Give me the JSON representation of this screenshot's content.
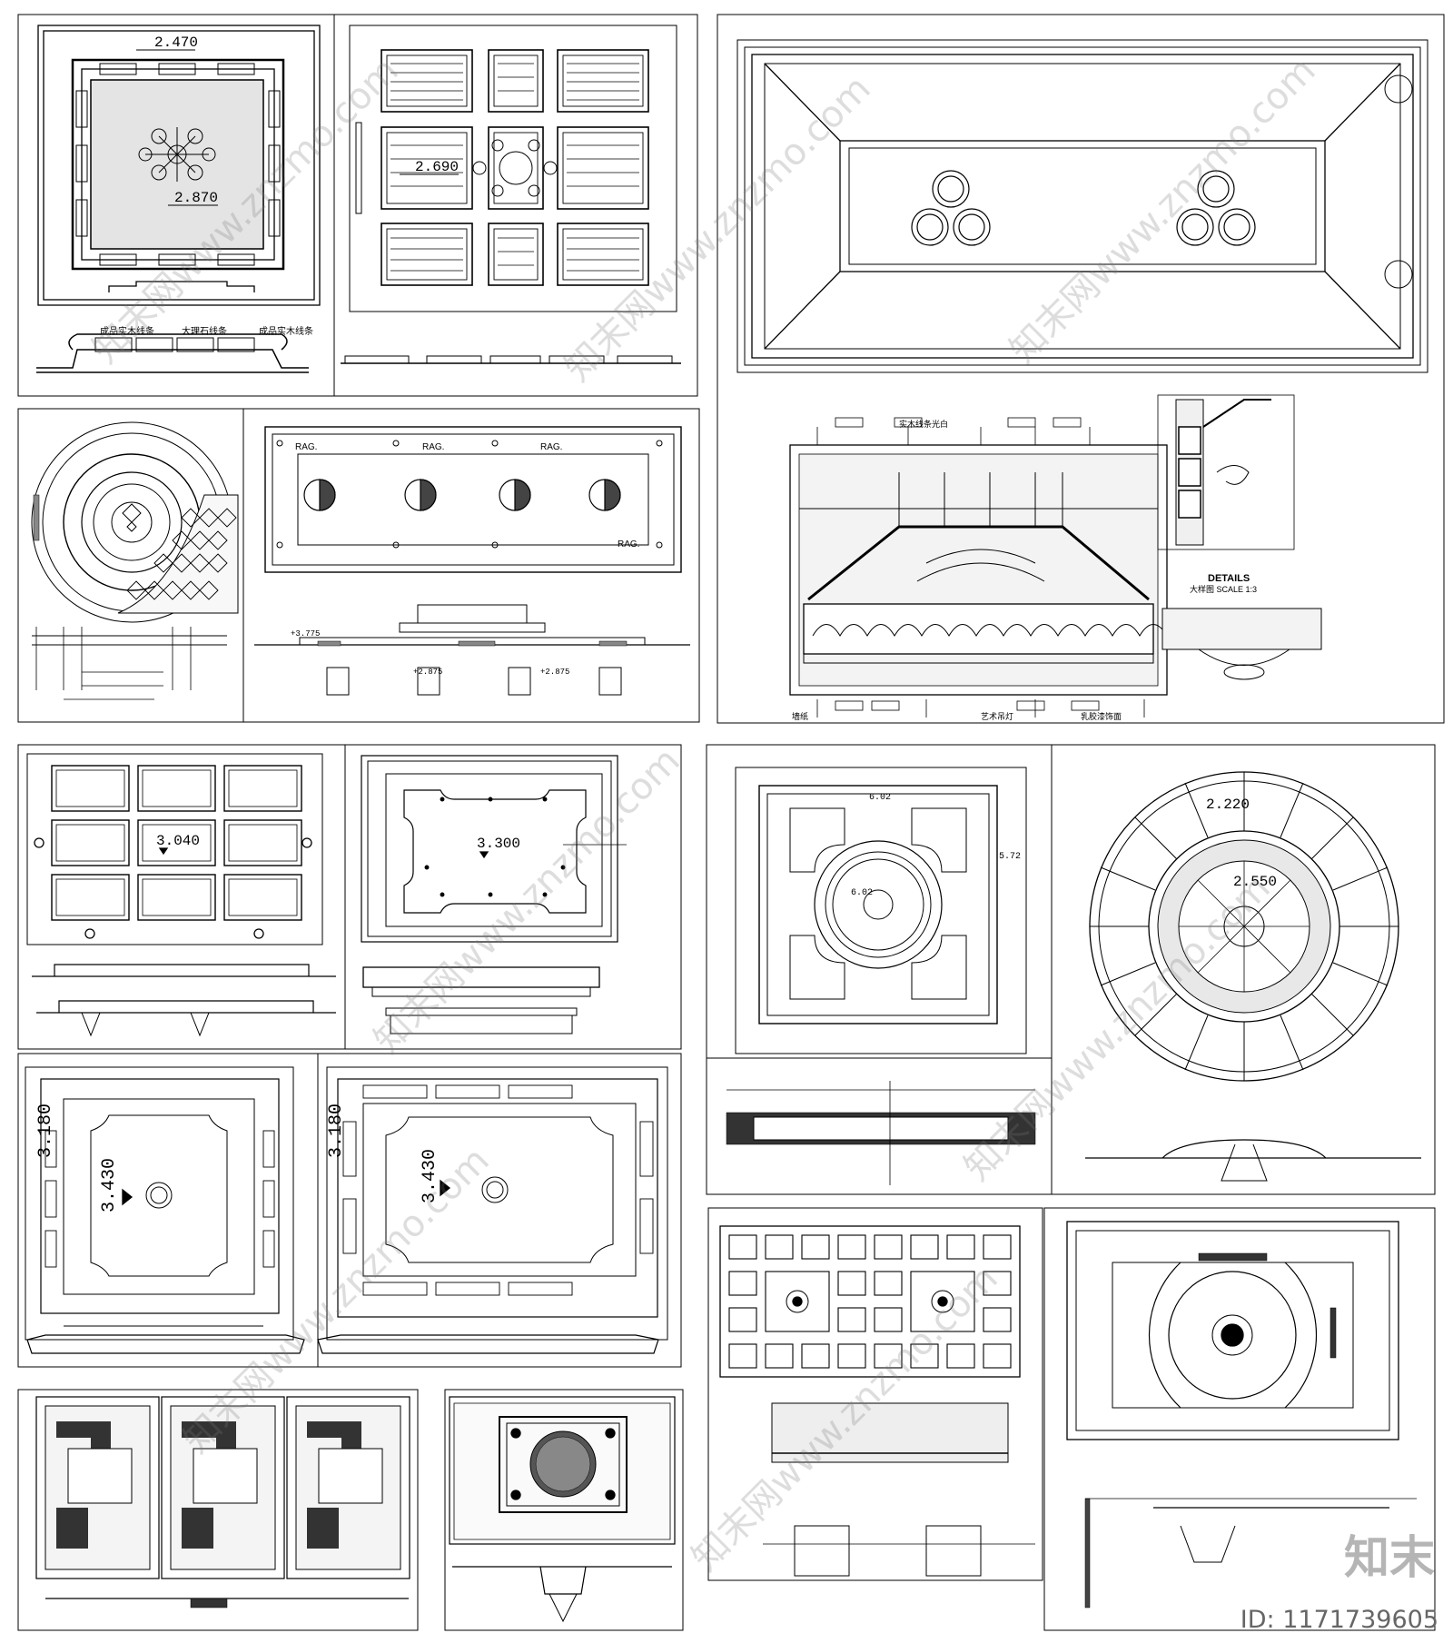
{
  "panels": {
    "p1": {
      "dim_top": "2.470",
      "dim_center": "2.870",
      "labels": [
        "成品实木线条",
        "大理石线条",
        "成品实木线条"
      ]
    },
    "p2": {
      "dim": "2.690"
    },
    "p4": {
      "tag": "RAG.",
      "elev1": "+3.775",
      "elev2": "+2.875",
      "elev3": "+2.875",
      "band": "RAG."
    },
    "p6": {
      "details_title": "DETAILS",
      "details_scale": "大样图  SCALE 1:3",
      "notes": [
        "墙纸",
        "实木线条光白",
        "艺术吊灯",
        "乳胶漆饰面"
      ]
    },
    "p7": {
      "dim": "3.040"
    },
    "p8": {
      "dim": "3.300"
    },
    "p9": {
      "dim1": "6.02",
      "dim2": "5.72",
      "dim3": "6.02"
    },
    "p10": {
      "dim1": "2.220",
      "dim2": "2.550"
    },
    "p12": {
      "dim_a": "3.180",
      "dim_b": "3.430"
    },
    "p13": {
      "dim_a": "3.180",
      "dim_b": "3.430"
    }
  },
  "watermark": "知末网www.znzmo.com",
  "brand_mark": "知末",
  "id_text": "ID: 1171739605"
}
